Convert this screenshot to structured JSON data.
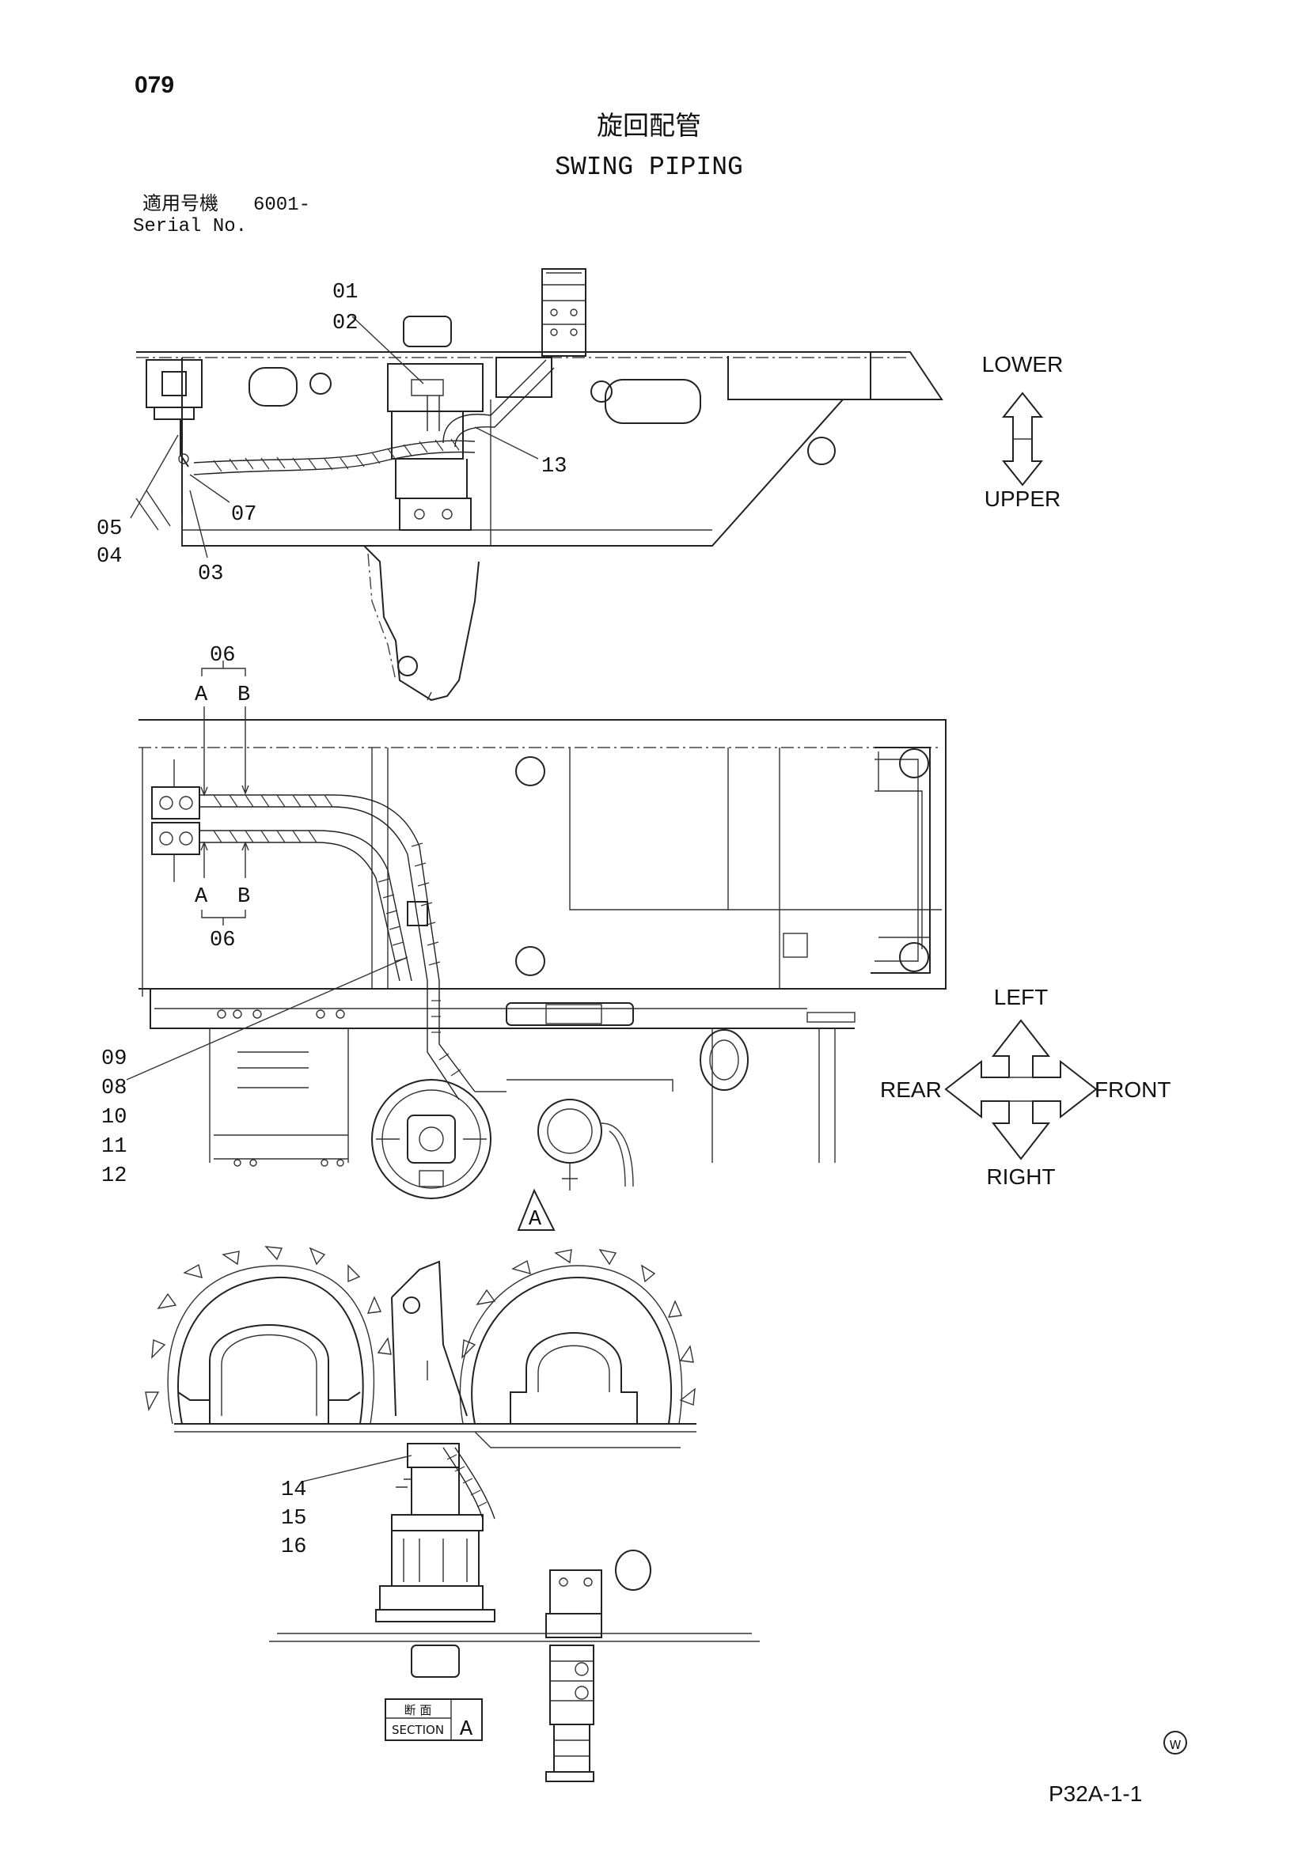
{
  "page_number": "079",
  "title": {
    "japanese": "旋回配管",
    "english": "SWING PIPING"
  },
  "serial": {
    "japanese_label": "適用号機",
    "value": "6001-",
    "english_label": "Serial No."
  },
  "directions_view1": {
    "top": "LOWER",
    "bottom": "UPPER"
  },
  "directions_view2": {
    "top": "LEFT",
    "bottom": "RIGHT",
    "left": "REAR",
    "right": "FRONT"
  },
  "part_callouts": {
    "p01": "01",
    "p02": "02",
    "p03": "03",
    "p04": "04",
    "p05": "05",
    "p06_top": "06",
    "p06_bottom": "06",
    "p07": "07",
    "p08": "08",
    "p09": "09",
    "p10": "10",
    "p11": "11",
    "p12": "12",
    "p13": "13",
    "p14": "14",
    "p15": "15",
    "p16": "16"
  },
  "port_labels": {
    "a_top": "A",
    "b_top": "B",
    "a_bottom": "A",
    "b_bottom": "B"
  },
  "section_marker": "A",
  "section_label": {
    "japanese": "断 面",
    "english": "SECTION",
    "letter": "A"
  },
  "w_mark": "W",
  "figure_code": "P32A-1-1"
}
